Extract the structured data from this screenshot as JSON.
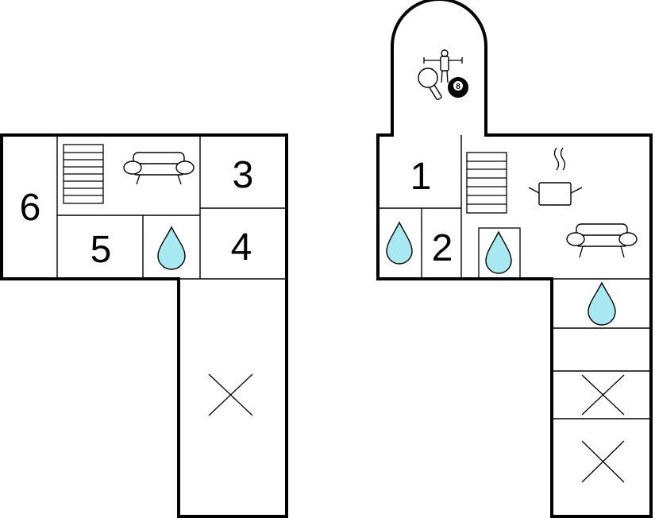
{
  "floor_plan": {
    "left_building": {
      "rooms": [
        {
          "id": "room-6",
          "label": "6"
        },
        {
          "id": "room-5",
          "label": "5"
        },
        {
          "id": "room-3",
          "label": "3"
        },
        {
          "id": "room-4",
          "label": "4"
        }
      ]
    },
    "right_building": {
      "rooms": [
        {
          "id": "room-1",
          "label": "1"
        },
        {
          "id": "room-2",
          "label": "2"
        }
      ],
      "game_room_icons": [
        "foosball-icon",
        "ping-pong-paddle-icon",
        "billiard-8-ball-icon"
      ],
      "billiard_ball_label": "8"
    },
    "icon_legend": {
      "water": "bathroom-water-drop-icon",
      "stairs": "staircase-icon",
      "sofa": "sofa-icon",
      "kitchen": "cooking-pot-icon",
      "bedroom": "bedroom-cross-icon"
    },
    "colors": {
      "wall": "#000000",
      "water_drop": "#a8e8f0",
      "background": "#ffffff"
    }
  }
}
